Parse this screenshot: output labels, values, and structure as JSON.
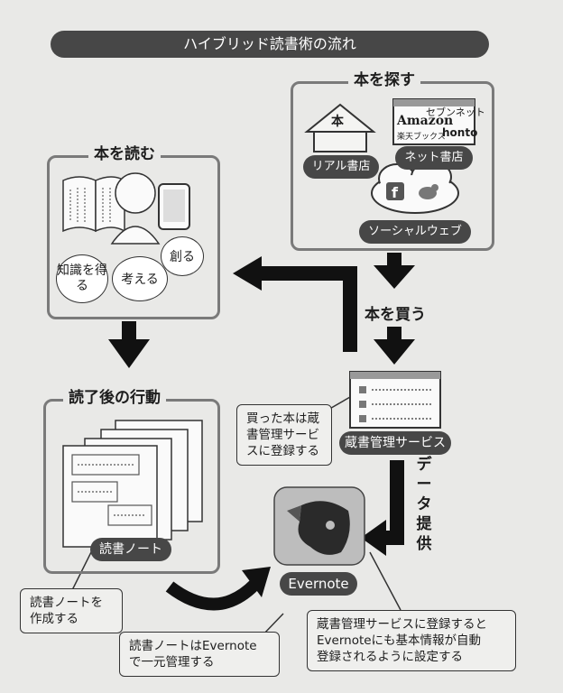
{
  "title": "ハイブリッド読書術の流れ",
  "find_books": {
    "title": "本を探す",
    "real_store": "リアル書店",
    "store_sign": "本",
    "net_store": "ネット書店",
    "net_logos": [
      "セブンネット",
      "Amazon",
      "楽天ブックス",
      "honto"
    ],
    "social": "ソーシャルウェブ"
  },
  "read_books": {
    "title": "本を読む",
    "bubbles": [
      "知識を得る",
      "考える",
      "創る"
    ]
  },
  "after_reading": {
    "title": "読了後の行動",
    "notes_label": "読書ノート"
  },
  "buy_books": "本を買う",
  "collection_service": "蔵書管理サービス",
  "data_supply": "データ提供",
  "evernote": "Evernote",
  "callouts": {
    "bought": [
      "買った本は蔵",
      "書管理サービ",
      "スに登録する"
    ],
    "create_notes": [
      "読書ノートを",
      "作成する"
    ],
    "evernote_manage": [
      "読書ノートはEvernote",
      "で一元管理する"
    ],
    "auto_register": [
      "蔵書管理サービスに登録すると",
      "Evernoteにも基本情報が自動",
      "登録されるように設定する"
    ]
  }
}
